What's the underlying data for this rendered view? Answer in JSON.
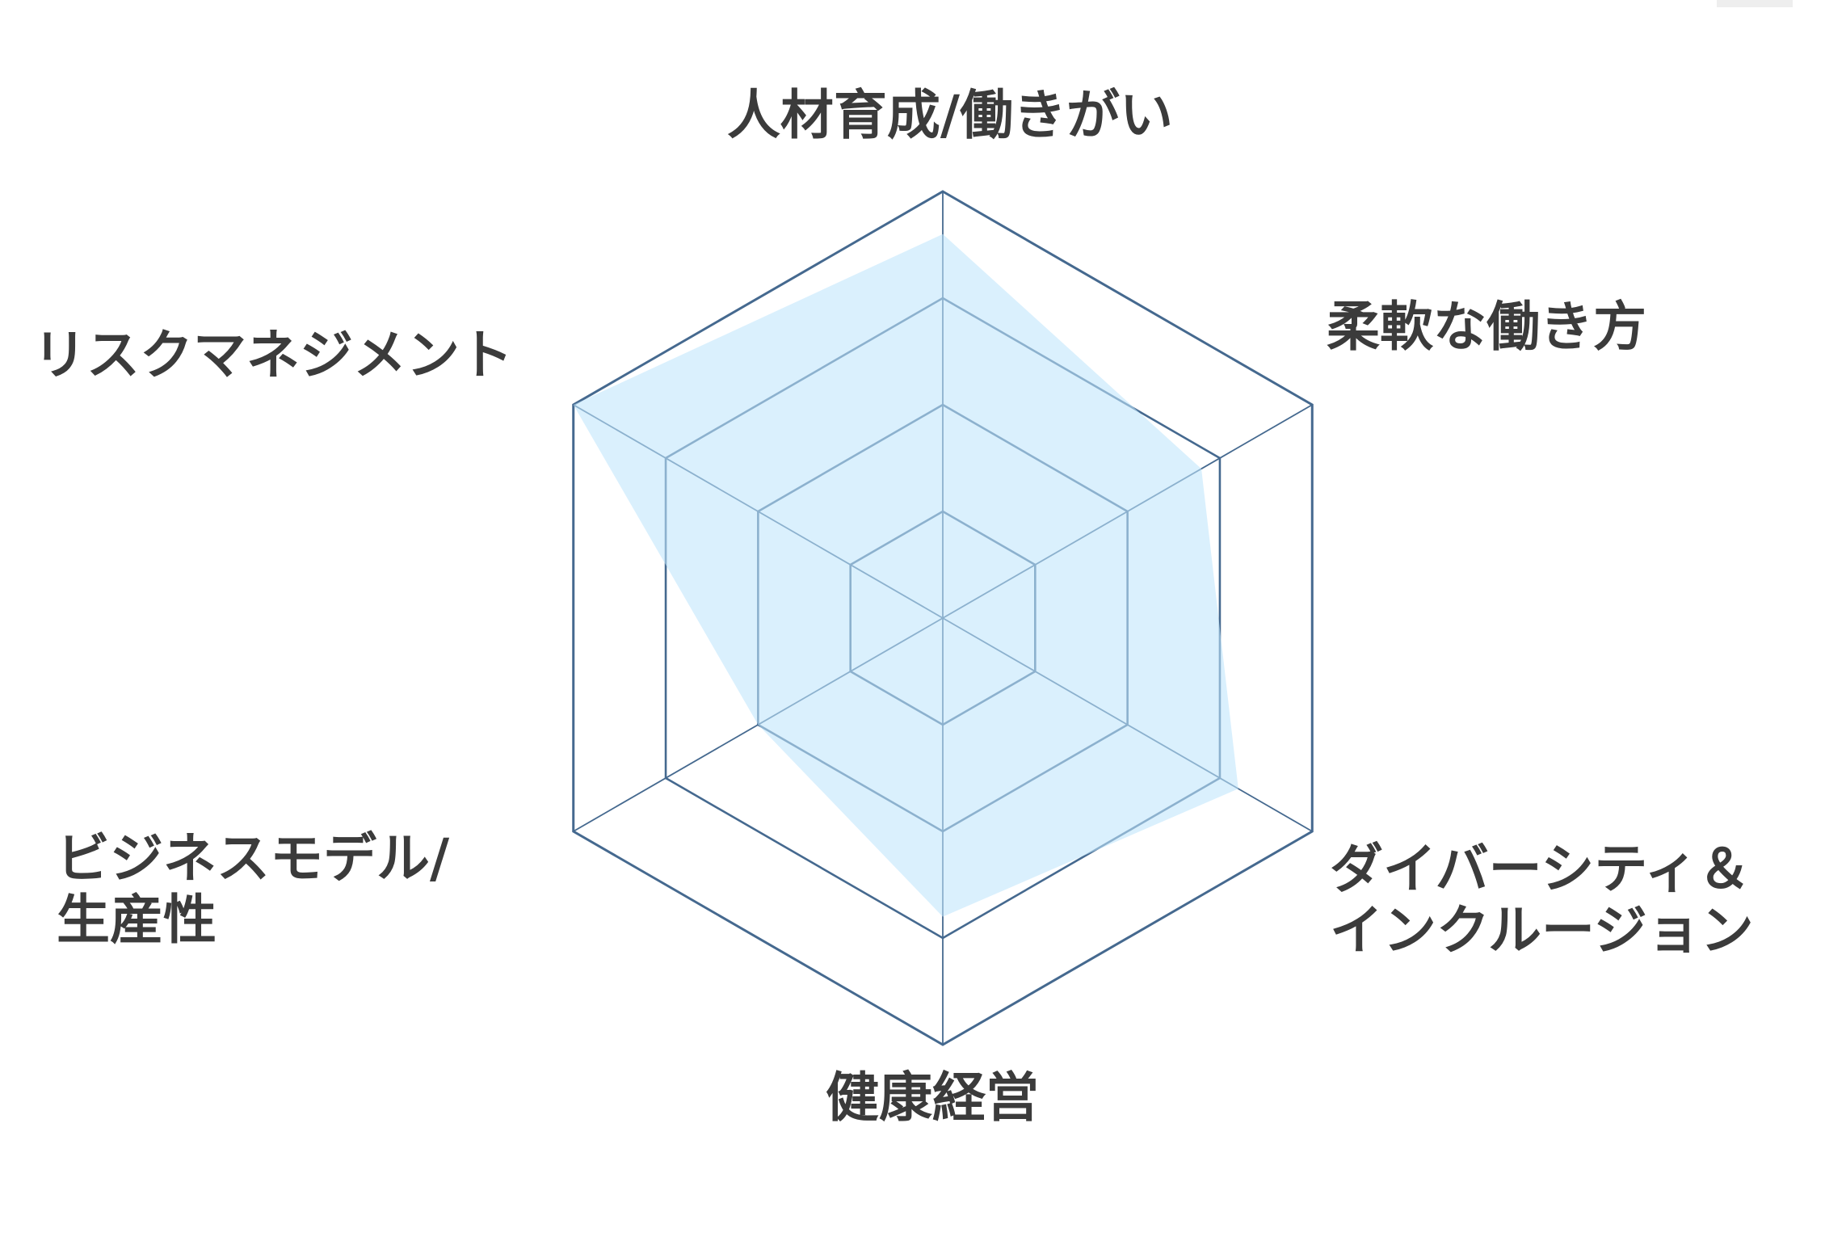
{
  "chart_data": {
    "type": "radar",
    "title": "",
    "axes": [
      {
        "label": [
          "人材育成/働きがい"
        ]
      },
      {
        "label": [
          "柔軟な働き方"
        ]
      },
      {
        "label": [
          "ダイバーシティ＆",
          "インクルージョン"
        ]
      },
      {
        "label": [
          "健康経営"
        ]
      },
      {
        "label": [
          "ビジネスモデル/",
          "生産性"
        ]
      },
      {
        "label": [
          "リスクマネジメント"
        ]
      }
    ],
    "range": [
      0,
      1
    ],
    "grid_levels": [
      0.25,
      0.5,
      0.75,
      1.0
    ],
    "series": [
      {
        "name": "",
        "values": [
          0.9,
          0.7,
          0.8,
          0.7,
          0.5,
          1.0
        ],
        "color": "#bfe6fb"
      }
    ],
    "grid_color": "#45698f",
    "legend": "none"
  }
}
